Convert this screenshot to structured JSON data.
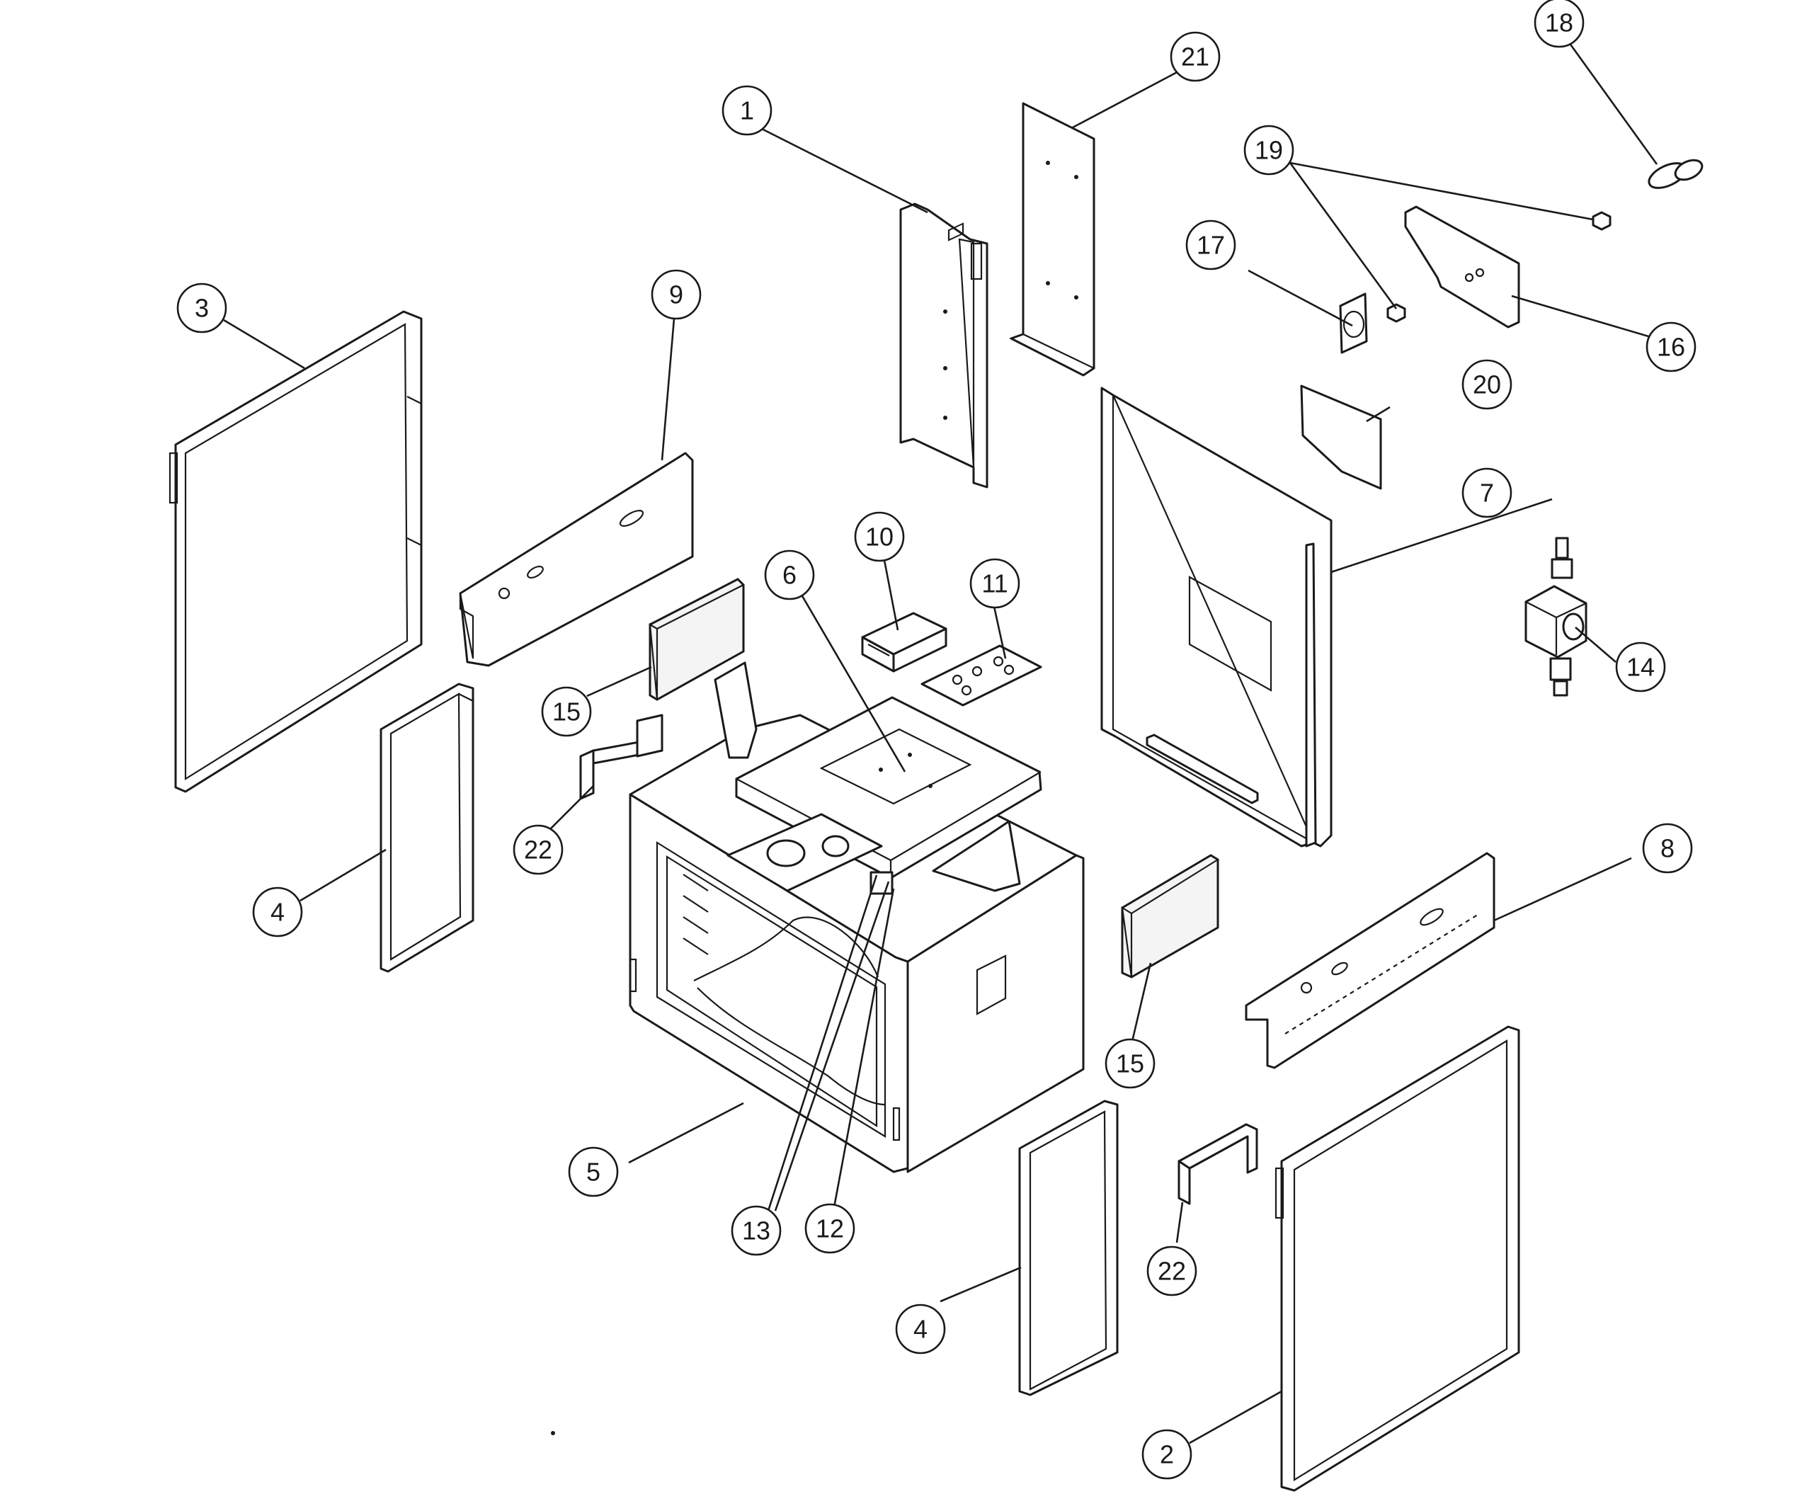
{
  "diagram": {
    "callouts": [
      {
        "id": "c1",
        "label": "1"
      },
      {
        "id": "c2",
        "label": "2"
      },
      {
        "id": "c3",
        "label": "3"
      },
      {
        "id": "c4a",
        "label": "4"
      },
      {
        "id": "c4b",
        "label": "4"
      },
      {
        "id": "c5",
        "label": "5"
      },
      {
        "id": "c6",
        "label": "6"
      },
      {
        "id": "c7",
        "label": "7"
      },
      {
        "id": "c8",
        "label": "8"
      },
      {
        "id": "c9",
        "label": "9"
      },
      {
        "id": "c10",
        "label": "10"
      },
      {
        "id": "c11",
        "label": "11"
      },
      {
        "id": "c12",
        "label": "12"
      },
      {
        "id": "c13",
        "label": "13"
      },
      {
        "id": "c14",
        "label": "14"
      },
      {
        "id": "c15a",
        "label": "15"
      },
      {
        "id": "c15b",
        "label": "15"
      },
      {
        "id": "c16",
        "label": "16"
      },
      {
        "id": "c17",
        "label": "17"
      },
      {
        "id": "c18",
        "label": "18"
      },
      {
        "id": "c19",
        "label": "19"
      },
      {
        "id": "c20",
        "label": "20"
      },
      {
        "id": "c21",
        "label": "21"
      },
      {
        "id": "c22a",
        "label": "22"
      },
      {
        "id": "c22b",
        "label": "22"
      }
    ]
  }
}
